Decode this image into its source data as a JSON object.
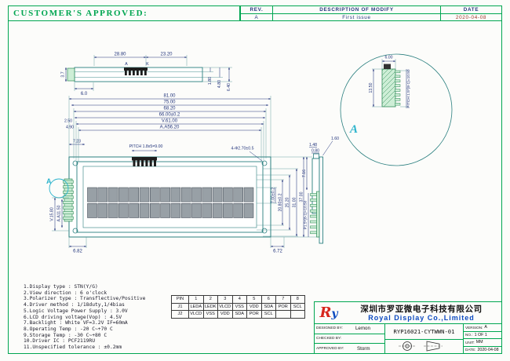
{
  "approved_box": {
    "label": "CUSTOMER'S APPROVED:"
  },
  "rev_table": {
    "headers": {
      "rev": "REV.",
      "description": "DESCRIPTION OF MODIFY",
      "date": "DATE"
    },
    "row": {
      "rev": "A",
      "description": "First issue",
      "date": "2020-04-08"
    }
  },
  "drawing": {
    "top_view": {
      "dim_28_80": "28.80",
      "dim_23_20": "23.20",
      "label_anode": "A",
      "label_cathode": "K",
      "dim_6_0": "6.0",
      "dim_3_7": "3.7",
      "dim_1_80": "1.80",
      "dim_4_80": "4.80",
      "dim_6_40": "6.40"
    },
    "front_view": {
      "dim_81_00": "81.00",
      "dim_75_00": "75.00",
      "dim_68_20": "68.20",
      "dim_66_00": "66.00±0.2",
      "dim_2_50": "2.50",
      "dim_v61_00": "V.61.00",
      "dim_4_90": "4.90",
      "dim_a56_20": "A.A56.20",
      "dim_7_23": "7.23",
      "pitch_top": "PITCH 1.8x5=9.00",
      "holes": "4-Φ2.70±0.5",
      "dim_v15_80": "V.15.80",
      "dim_a11_50": "A.A11.50",
      "dim_6_82": "6.82",
      "dim_7_00": "7.00±0.2",
      "dim_20_80": "20.80±0.2",
      "dim_25_20": "25.20",
      "dim_31_00": "31.00",
      "dim_37_00": "37.00",
      "dim_6_72": "6.72",
      "section_label": "A"
    },
    "side_view": {
      "dim_1_48": "1.48",
      "dim_0_80": "0.80",
      "dim_1_60": "1.60",
      "dim_7_16": "7.16",
      "pin_pitch": "P1.5*(8-1)=10.50"
    },
    "detail_view": {
      "dim_6_00": "6.00",
      "dim_13_50": "13.50",
      "pin_pitch": "PITCH 1.5*(8-1)=10.50",
      "label": "A"
    }
  },
  "notes": [
    "1.Display type : STN(Y/G)",
    "2.View direction : 6 o'clock",
    "3.Polarizer type : Transflective/Positive",
    "4.Driver method : 1/18duty,1/4bias",
    "5.Logic Voltage Power Supply : 3.0V",
    "6.LCD driving voltage(Vop) : 4.5V",
    "7.Backlight : White VF=3.2V IF=60mA",
    "8.Operating Temp : -20 C~+70 C",
    "9.Storage Temp : -30 C~+80 C",
    "10.Driver IC : PCF2119RU",
    "11.Unspecified tolerance : ±0.2mm"
  ],
  "pin_table": {
    "headers": [
      "PIN",
      "1",
      "2",
      "3",
      "4",
      "5",
      "6",
      "7",
      "8"
    ],
    "rows": [
      [
        "J1",
        "LEDA",
        "LEDK",
        "VLCD",
        "VSS",
        "VDD",
        "SDA",
        "POR",
        "SCL"
      ],
      [
        "J2",
        "VLCD",
        "VSS",
        "VDD",
        "SDA",
        "POR",
        "SCL",
        "",
        ""
      ]
    ]
  },
  "title_block": {
    "logo_r": "R",
    "logo_y": "y",
    "company_cn": "深圳市罗亚微电子科技有限公司",
    "company_en": "Royal Display Co.,Limited",
    "designed_label": "DESIGNED BY:",
    "designed_value": "Lemon",
    "checked_label": "CHECKED BY:",
    "checked_value": "",
    "approved_label": "APPROVED BY:",
    "approved_value": "Storm",
    "part_number": "RYP16021-CYTWWN-01",
    "version_label": "VERSION:",
    "version_value": "A",
    "no_label": "NO.:",
    "no_value": "1 OF 1",
    "unit_label": "UNIT:",
    "unit_value": "MM",
    "date_label": "DATE:",
    "date_value": "2020-04-08"
  }
}
